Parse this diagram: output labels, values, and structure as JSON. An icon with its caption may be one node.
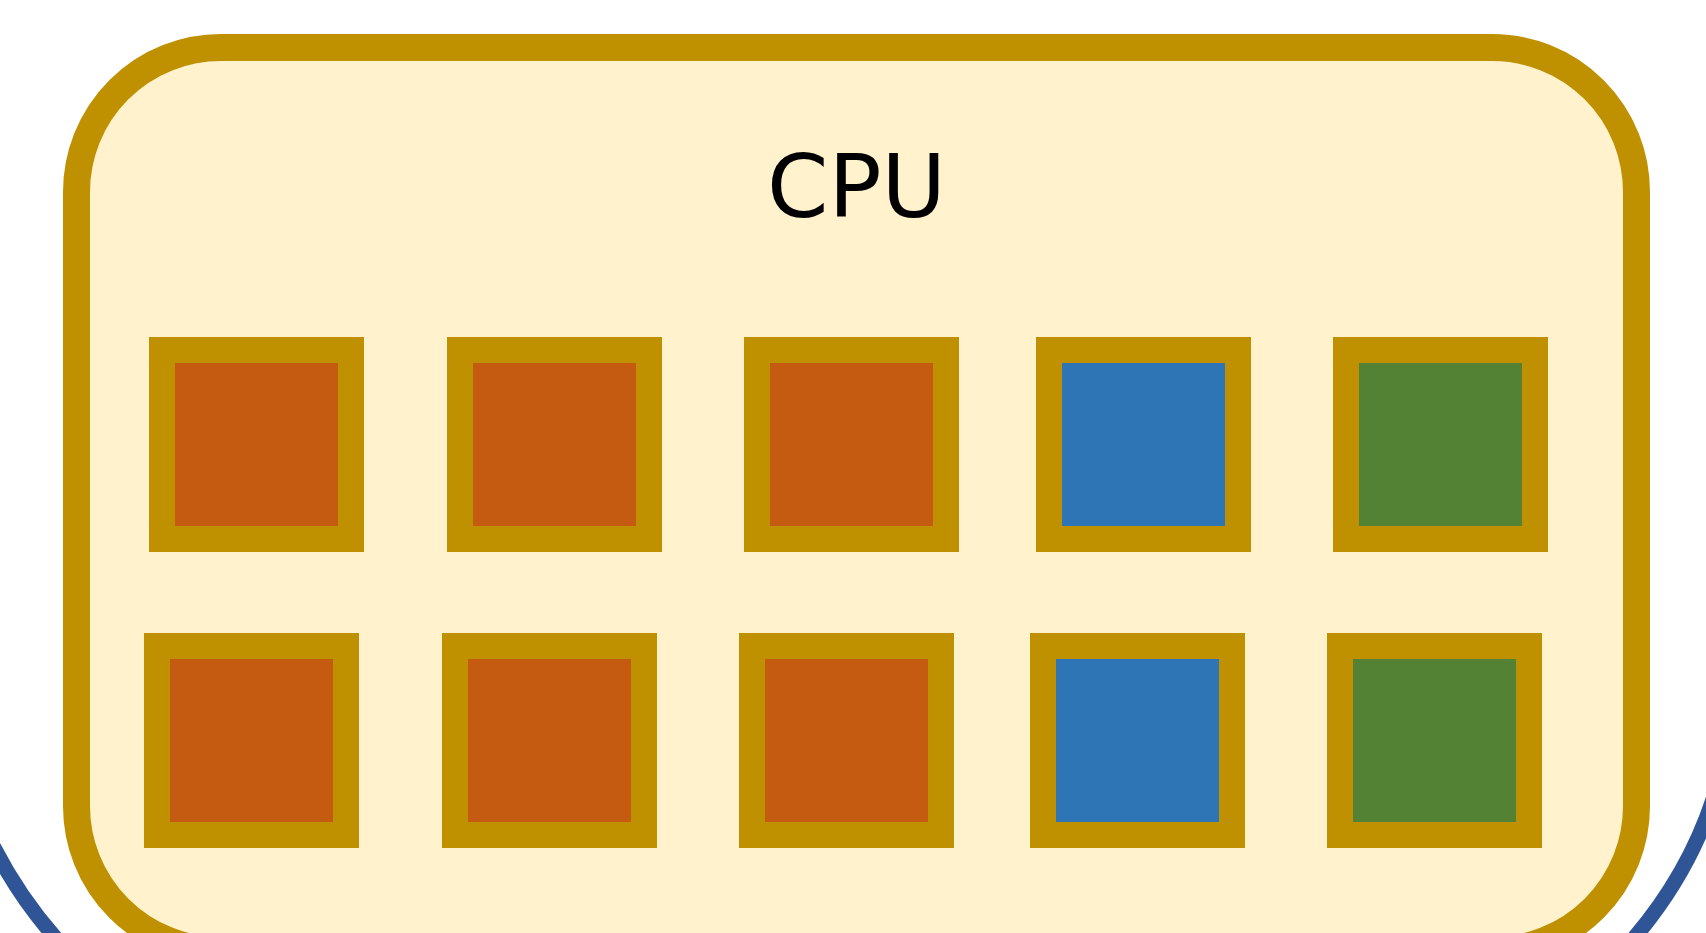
{
  "diagram": {
    "nodes": [
      {
        "text": [
          "CPU"
        ]
      },
      {
        "text": [],
        "shape": "box",
        "in": 0
      },
      {
        "text": [],
        "shape": "box",
        "in": 0
      },
      {
        "text": [],
        "shape": "box",
        "in": 0
      },
      {
        "text": [],
        "shape": "box",
        "in": 0
      },
      {
        "text": [],
        "shape": "box",
        "in": 0
      },
      {
        "text": [],
        "shape": "box",
        "in": 0
      },
      {
        "text": [],
        "shape": "box",
        "in": 0
      },
      {
        "text": [],
        "shape": "box",
        "in": 0
      },
      {
        "text": [],
        "shape": "box",
        "in": 0
      },
      {
        "text": [],
        "shape": "box",
        "in": 0
      }
    ],
    "edges": []
  }
}
